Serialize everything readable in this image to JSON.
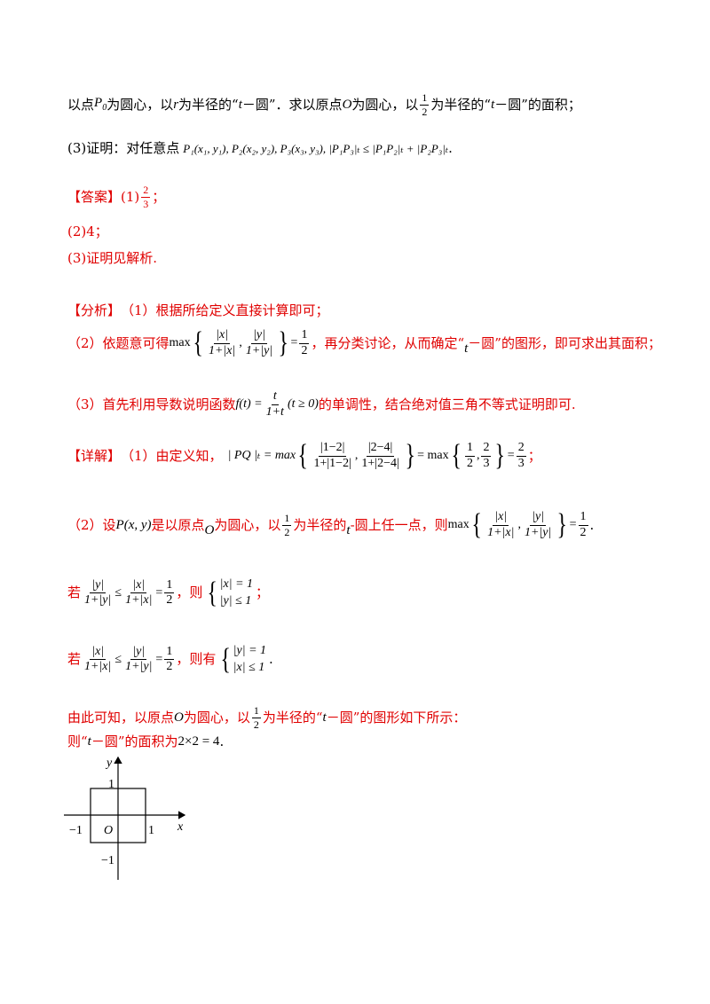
{
  "q2_tail": {
    "t1": "以点",
    "p0": "P",
    "p0_sub": "0",
    "t2": "为圆心，以",
    "r": "r",
    "t3": "为半径的“",
    "t_var": "t",
    "t4": "－圆”．求以原点",
    "O": "O",
    "t5": "为圆心，以",
    "half_n": "1",
    "half_d": "2",
    "t6": "为半径的“",
    "t7": "－圆”的面积；"
  },
  "q3": {
    "label": "(3)证明：对任意点",
    "points": "P₁(x₁, y₁), P₂(x₂, y₂), P₃(x₃, y₃), |P₁P₃|ₜ ≤ |P₁P₂|ₜ + |P₂P₃|ₜ",
    "end": "."
  },
  "answer": {
    "tag": "【答案】",
    "p1": "(1)",
    "p1_n": "2",
    "p1_d": "3",
    "p1_end": "；",
    "p2": "(2)4；",
    "p3": "(3)证明见解析."
  },
  "analysis": {
    "tag": "【分析】",
    "l1": "（1）根据所给定义直接计算即可；",
    "l2_a": "（2）依题意可得",
    "l2_b": "，再分类讨论，从而确定“",
    "l2_c": "－圆”的图形，即可求出其面积；",
    "l3_a": "（3）首先利用导数说明函数",
    "l3_b": "的单调性，结合绝对值三角不等式证明即可."
  },
  "detail": {
    "tag": "【详解】",
    "l1_a": "（1）由定义知，",
    "l2_a": "（2）设",
    "l2_b": "是以原点",
    "l2_c": "为圆心，以",
    "l2_d": "为半径的",
    "l2_e": "-圆上任一点，则",
    "l3_a": "若",
    "l3_b": "，则",
    "l3_c": "；",
    "l4_a": "若",
    "l4_b": "，则有",
    "l4_c": ".",
    "l5_a": "由此可知，以原点",
    "l5_b": "为圆心，以",
    "l5_c": "为半径的“",
    "l5_d": "－圆”的图形如下所示：",
    "l6_a": "则“",
    "l6_b": "－圆”的面积为",
    "l6_c": "2×2 = 4",
    "l6_d": "."
  },
  "math": {
    "max": "max",
    "abs_x": "|x|",
    "abs_y": "|y|",
    "one_plus_abs_x": "1+|x|",
    "one_plus_abs_y": "1+|y|",
    "eq": "=",
    "half_n": "1",
    "half_d": "2",
    "pq": "| PQ |ₜ = max",
    "n1": "|1−2|",
    "d1": "1+|1−2|",
    "n2": "|2−4|",
    "d2": "1+|2−4|",
    "two_thirds_n": "2",
    "two_thirds_d": "3",
    "eq_max": "= max",
    "f_t": "f(t) =",
    "t": "t",
    "one_plus_t": "1+t",
    "t_cond": "(t ≥ 0)",
    "P_xy": "P(x, y)",
    "le": "≤",
    "sys1_a": "|x| = 1",
    "sys1_b": "|y| ≤ 1",
    "sys2_a": "|y| = 1",
    "sys2_b": "|x| ≤ 1"
  },
  "figure": {
    "y_label": "y",
    "x_label": "x",
    "origin": "O",
    "y_pos": "1",
    "y_neg": "−1",
    "x_pos": "1",
    "x_neg": "−1"
  }
}
